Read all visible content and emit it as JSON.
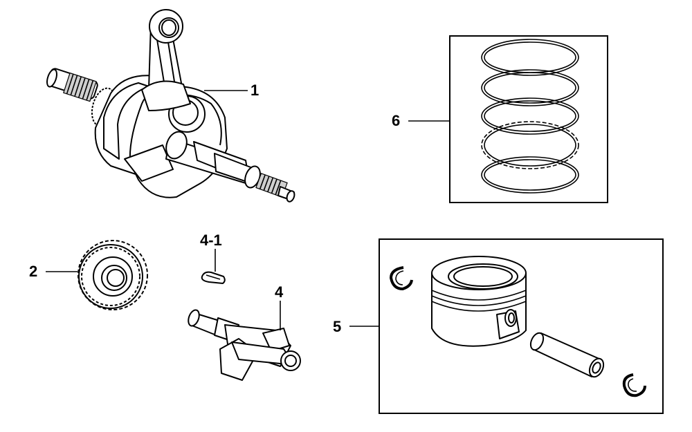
{
  "callouts": {
    "c1": "1",
    "c2": "2",
    "c4": "4",
    "c4_1": "4-1",
    "c5": "5",
    "c6": "6"
  },
  "colors": {
    "line": "#000000",
    "fill": "#ffffff",
    "shade": "#cfcfcf"
  }
}
